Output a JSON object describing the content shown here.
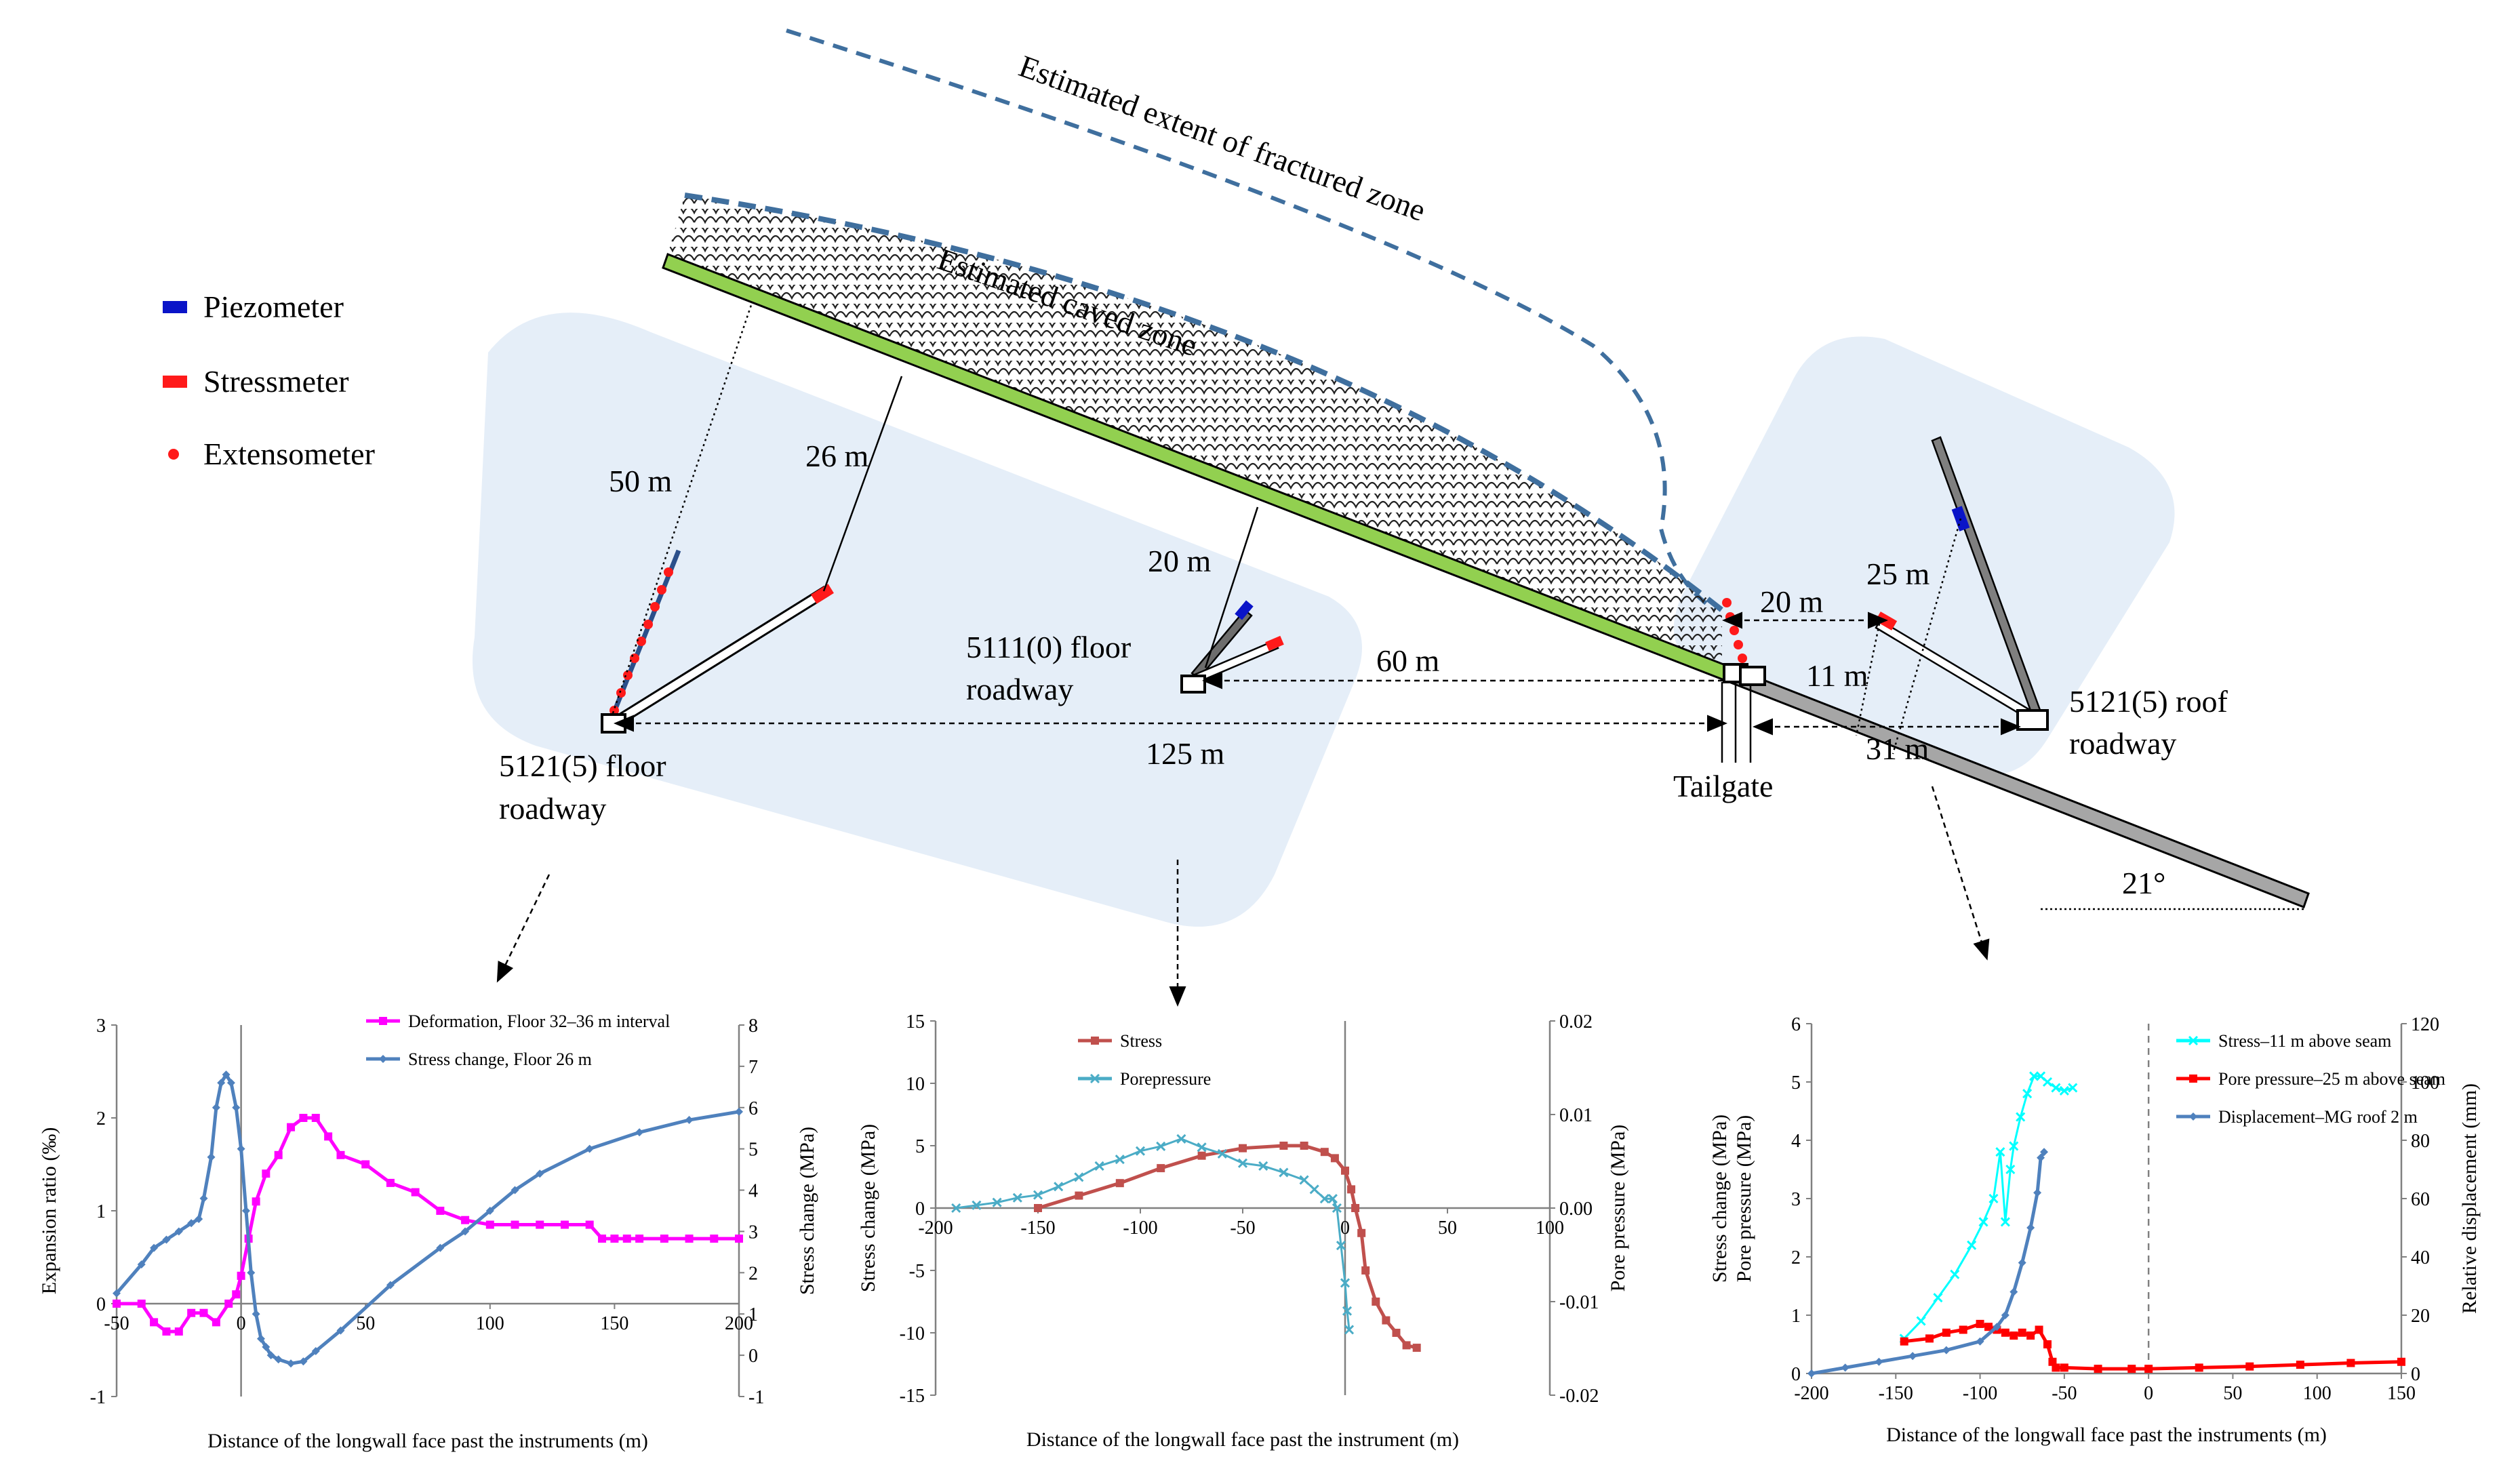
{
  "diagram": {
    "labels": {
      "fractured_zone": "Estimated extent of fractured zone",
      "caved_zone": "Estimated caved zone",
      "floor_5121": [
        "5121(5) floor",
        "roadway"
      ],
      "floor_5111": [
        "5111(0) floor",
        "roadway"
      ],
      "roof_5121": [
        "5121(5) roof",
        "roadway"
      ],
      "tailgate": "Tailgate",
      "dim_50": "50 m",
      "dim_26": "26 m",
      "dim_20a": "20 m",
      "dim_60": "60 m",
      "dim_125": "125 m",
      "dim_20b": "20 m",
      "dim_25": "25 m",
      "dim_11": "11 m",
      "dim_31": "31 m",
      "angle": "21°"
    },
    "legend": [
      {
        "name": "Piezometer",
        "color": "#0a14c8",
        "shape": "rect"
      },
      {
        "name": "Stressmeter",
        "color": "#ff1a1a",
        "shape": "rect"
      },
      {
        "name": "Extensometer",
        "color": "#ff1a1a",
        "shape": "dot"
      }
    ],
    "colors": {
      "seam": "#92d050",
      "zone": "#3f6f9e",
      "panel": "#e5eef8",
      "roadway": "#a6a6a6"
    }
  },
  "chart_data": [
    {
      "type": "line",
      "xlabel": "Distance of the longwall face past the instruments (m)",
      "ylabel": "Expansion ratio (‰)",
      "y2label": "Stress change (MPa)",
      "xlim": [
        -50,
        200
      ],
      "ylim": [
        -1,
        3
      ],
      "y2lim": [
        -1,
        8
      ],
      "xticks": [
        -50,
        0,
        50,
        100,
        150,
        200
      ],
      "yticks": [
        -1,
        0,
        1,
        2,
        3
      ],
      "y2ticks": [
        -1,
        0,
        1,
        2,
        3,
        4,
        5,
        6,
        7,
        8
      ],
      "series": [
        {
          "name": "Deformation, Floor 32–36 m interval",
          "axis": "y",
          "color": "#ff00ff",
          "marker": "square",
          "x": [
            -50,
            -40,
            -35,
            -30,
            -25,
            -20,
            -15,
            -10,
            -5,
            -2,
            0,
            3,
            6,
            10,
            15,
            20,
            25,
            30,
            35,
            40,
            50,
            60,
            70,
            80,
            90,
            100,
            110,
            120,
            130,
            140,
            145,
            150,
            155,
            160,
            170,
            180,
            190,
            200
          ],
          "y": [
            0,
            0,
            -0.2,
            -0.3,
            -0.3,
            -0.1,
            -0.1,
            -0.2,
            0,
            0.1,
            0.3,
            0.7,
            1.1,
            1.4,
            1.6,
            1.9,
            2.0,
            2.0,
            1.8,
            1.6,
            1.5,
            1.3,
            1.2,
            1.0,
            0.9,
            0.85,
            0.85,
            0.85,
            0.85,
            0.85,
            0.7,
            0.7,
            0.7,
            0.7,
            0.7,
            0.7,
            0.7,
            0.7
          ]
        },
        {
          "name": "Stress change, Floor 26 m",
          "axis": "y2",
          "color": "#4f81bd",
          "marker": "diamond",
          "x": [
            -50,
            -40,
            -35,
            -30,
            -25,
            -20,
            -17,
            -15,
            -12,
            -10,
            -8,
            -6,
            -4,
            -2,
            0,
            2,
            4,
            6,
            8,
            10,
            12,
            15,
            20,
            25,
            30,
            40,
            60,
            80,
            90,
            100,
            110,
            120,
            140,
            160,
            180,
            200
          ],
          "y": [
            1.5,
            2.2,
            2.6,
            2.8,
            3.0,
            3.2,
            3.3,
            3.8,
            4.8,
            6.0,
            6.6,
            6.8,
            6.6,
            6.0,
            5.0,
            3.5,
            2.0,
            1.0,
            0.4,
            0.2,
            0.0,
            -0.1,
            -0.2,
            -0.15,
            0.1,
            0.6,
            1.7,
            2.6,
            3.0,
            3.5,
            4.0,
            4.4,
            5.0,
            5.4,
            5.7,
            5.9
          ]
        }
      ],
      "legend": "top-right"
    },
    {
      "type": "line",
      "xlabel": "Distance of the longwall face past the instrument (m)",
      "ylabel": "Stress change (MPa)",
      "y2label": "Pore pressure (MPa)",
      "xlim": [
        -200,
        100
      ],
      "ylim": [
        -15,
        15
      ],
      "y2lim": [
        -0.02,
        0.02
      ],
      "xticks": [
        -200,
        -150,
        -100,
        -50,
        0,
        50,
        100
      ],
      "yticks": [
        -15,
        -10,
        -5,
        0,
        5,
        10,
        15
      ],
      "y2ticks": [
        -0.02,
        -0.01,
        0.0,
        0.01,
        0.02
      ],
      "series": [
        {
          "name": "Stress",
          "axis": "y",
          "color": "#c0504d",
          "marker": "square",
          "x": [
            -150,
            -130,
            -110,
            -90,
            -70,
            -50,
            -30,
            -20,
            -10,
            -5,
            0,
            3,
            5,
            8,
            10,
            15,
            20,
            25,
            30,
            35
          ],
          "y": [
            0,
            1,
            2,
            3.2,
            4.2,
            4.8,
            5,
            5,
            4.5,
            4,
            3,
            1.5,
            0,
            -2,
            -5,
            -7.5,
            -9,
            -10,
            -11,
            -11.2
          ]
        },
        {
          "name": "Porepressure",
          "axis": "y2",
          "color": "#4bacc6",
          "marker": "x",
          "x": [
            -190,
            -180,
            -170,
            -160,
            -150,
            -140,
            -130,
            -120,
            -110,
            -100,
            -90,
            -80,
            -70,
            -60,
            -50,
            -40,
            -30,
            -20,
            -15,
            -10,
            -6,
            -4,
            -2,
            0,
            1,
            2
          ],
          "y": [
            0,
            0.0003,
            0.0006,
            0.0011,
            0.0014,
            0.0023,
            0.0033,
            0.0045,
            0.0052,
            0.0061,
            0.0066,
            0.0074,
            0.0065,
            0.0058,
            0.0048,
            0.0045,
            0.0038,
            0.003,
            0.002,
            0.001,
            0.001,
            0.0,
            -0.004,
            -0.008,
            -0.011,
            -0.013
          ]
        }
      ],
      "legend": "top-left"
    },
    {
      "type": "line",
      "xlabel": "Distance of the longwall face past the instruments (m)",
      "ylabel": [
        "Stress change (MPa)",
        "Pore pressure (MPa)"
      ],
      "y2label": "Relative displacement (mm)",
      "xlim": [
        -200,
        150
      ],
      "ylim": [
        0,
        6
      ],
      "y2lim": [
        0,
        120
      ],
      "xticks": [
        -200,
        -150,
        -100,
        -50,
        0,
        50,
        100,
        150
      ],
      "yticks": [
        0,
        1,
        2,
        3,
        4,
        5,
        6
      ],
      "y2ticks": [
        0,
        20,
        40,
        60,
        80,
        100,
        120
      ],
      "series": [
        {
          "name": "Stress–11 m above seam",
          "axis": "y",
          "color": "#00ffff",
          "marker": "x",
          "x": [
            -145,
            -135,
            -125,
            -115,
            -105,
            -98,
            -92,
            -88,
            -85,
            -82,
            -80,
            -76,
            -72,
            -68,
            -64,
            -60,
            -55,
            -50,
            -45
          ],
          "y": [
            0.6,
            0.9,
            1.3,
            1.7,
            2.2,
            2.6,
            3.0,
            3.8,
            2.6,
            3.5,
            3.9,
            4.4,
            4.8,
            5.1,
            5.1,
            5.0,
            4.9,
            4.85,
            4.9
          ]
        },
        {
          "name": "Pore pressure–25 m above seam",
          "axis": "y",
          "color": "#ff0000",
          "marker": "square",
          "x": [
            -145,
            -130,
            -120,
            -110,
            -100,
            -95,
            -90,
            -85,
            -80,
            -75,
            -70,
            -65,
            -60,
            -57,
            -55,
            -50,
            -30,
            -10,
            0,
            30,
            60,
            90,
            120,
            150
          ],
          "y": [
            0.55,
            0.6,
            0.7,
            0.75,
            0.85,
            0.8,
            0.75,
            0.7,
            0.65,
            0.7,
            0.65,
            0.75,
            0.5,
            0.2,
            0.1,
            0.1,
            0.08,
            0.08,
            0.08,
            0.1,
            0.12,
            0.15,
            0.18,
            0.2
          ]
        },
        {
          "name": "Displacement–MG roof 2 m",
          "axis": "y2",
          "color": "#4f81bd",
          "marker": "diamond",
          "x": [
            -200,
            -180,
            -160,
            -140,
            -120,
            -100,
            -90,
            -85,
            -80,
            -75,
            -70,
            -66,
            -64,
            -62
          ],
          "y": [
            0,
            2,
            4,
            6,
            8,
            11,
            16,
            20,
            28,
            38,
            50,
            62,
            74,
            76
          ]
        }
      ],
      "legend": "top-right"
    }
  ]
}
